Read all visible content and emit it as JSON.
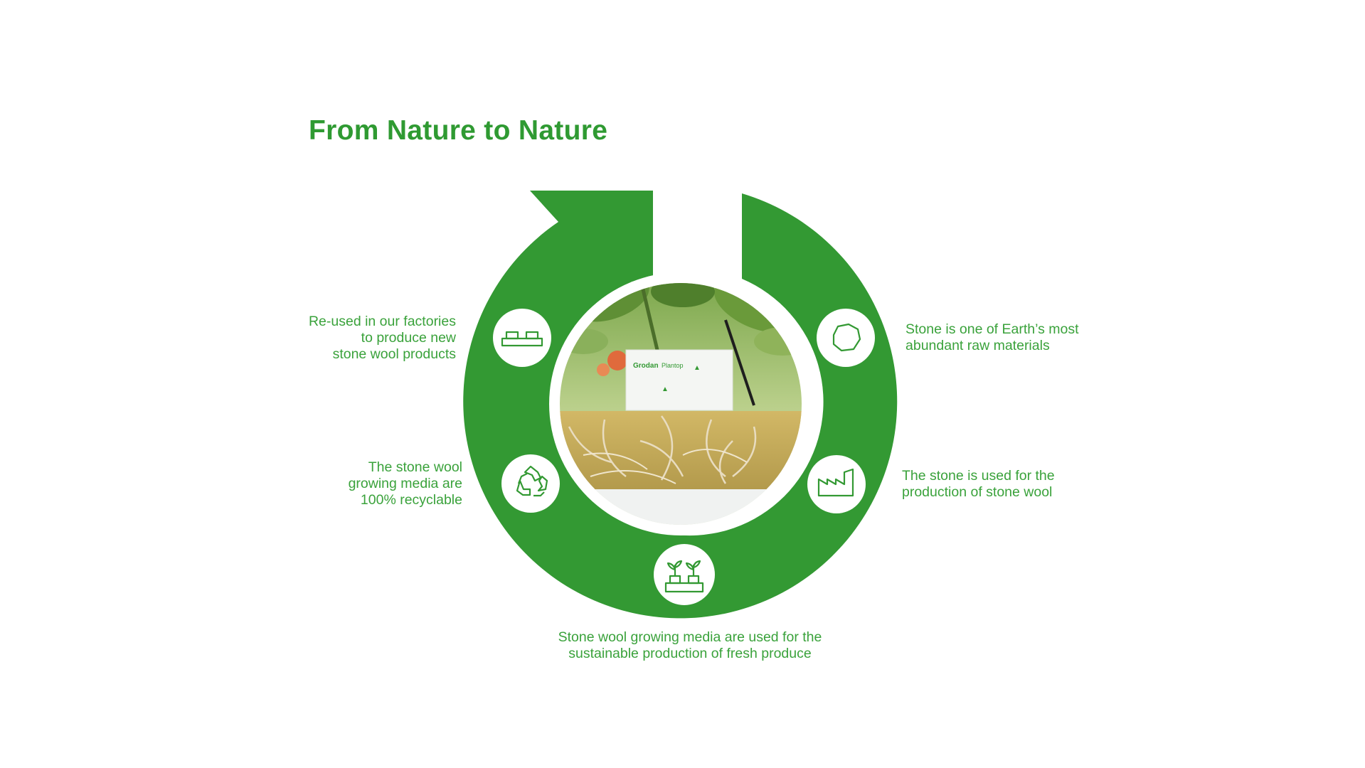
{
  "title": "From Nature to Nature",
  "colors": {
    "accent": "#339933",
    "text": "#3aa23b",
    "background": "#ffffff"
  },
  "photo": {
    "description_hidden": true,
    "labels": [
      "Grodan",
      "Plantop"
    ]
  },
  "steps": [
    {
      "icon": "stone-icon",
      "lines": [
        "Stone is one of Earth’s most",
        "abundant raw materials"
      ]
    },
    {
      "icon": "factory-icon",
      "lines": [
        "The stone is used for the",
        "production of stone wool"
      ]
    },
    {
      "icon": "seedling-tray-icon",
      "lines": [
        "Stone wool growing media are used for the",
        "sustainable production of fresh produce"
      ]
    },
    {
      "icon": "recycle-icon",
      "lines": [
        "The stone wool",
        "growing media are",
        "100% recyclable"
      ]
    },
    {
      "icon": "stone-wool-blocks-icon",
      "lines": [
        "Re-used in our factories",
        "to produce new",
        "stone wool products"
      ]
    }
  ]
}
